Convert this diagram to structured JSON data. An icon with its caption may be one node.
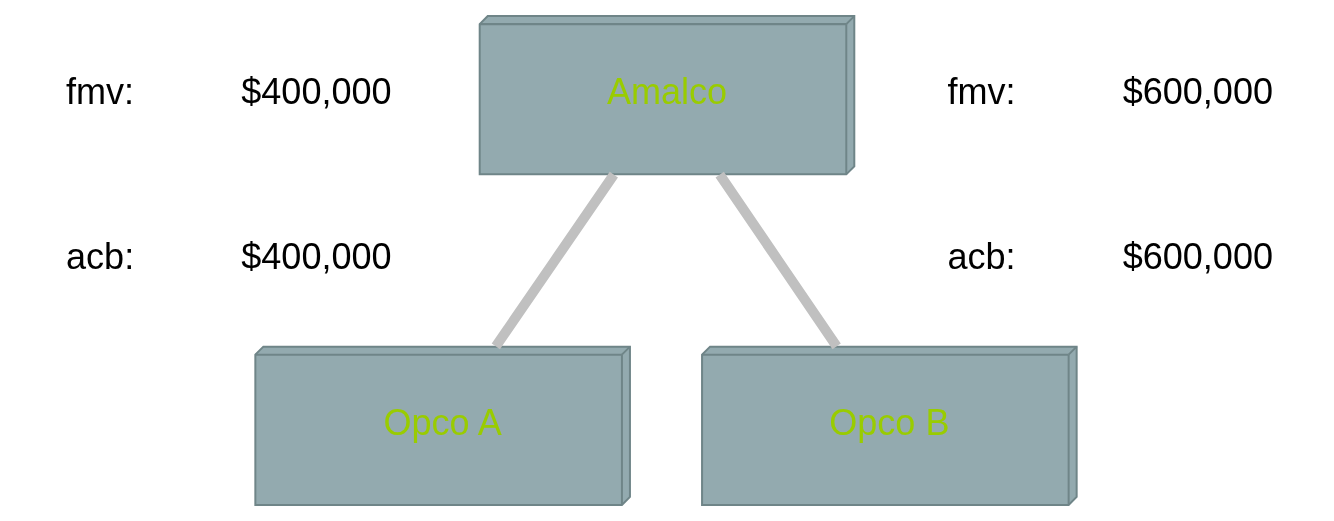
{
  "diagram": {
    "nodes": [
      {
        "text": [
          "Amalco"
        ]
      },
      {
        "text": [
          "Opco A"
        ]
      },
      {
        "text": [
          "Opco B"
        ]
      }
    ],
    "edges": [
      {
        "from": 0,
        "to": 1,
        "arrow": "none"
      },
      {
        "from": 0,
        "to": 2,
        "arrow": "none"
      }
    ],
    "labels": [
      "fmv:",
      "$400,000",
      "acb:",
      "$400,000",
      "fmv:",
      "$600,000",
      "acb:",
      "$600,000"
    ]
  }
}
